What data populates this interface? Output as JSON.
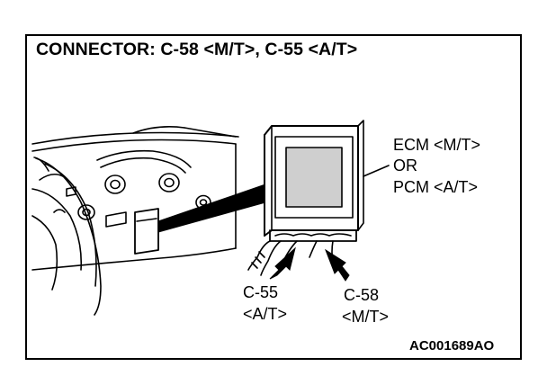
{
  "diagram": {
    "title": "CONNECTOR: C-58 <M/T>, C-55 <A/T>",
    "ecm_label": {
      "line1": "ECM <M/T>",
      "line2": "OR",
      "line3": "PCM <A/T>"
    },
    "c55_label": {
      "line1": "C-55",
      "line2": "<A/T>"
    },
    "c58_label": {
      "line1": "C-58",
      "line2": "<M/T>"
    },
    "reference_code": "AC001689AO"
  },
  "colors": {
    "line": "#000000",
    "background": "#ffffff",
    "screen_gray": "#cfcfcf"
  }
}
